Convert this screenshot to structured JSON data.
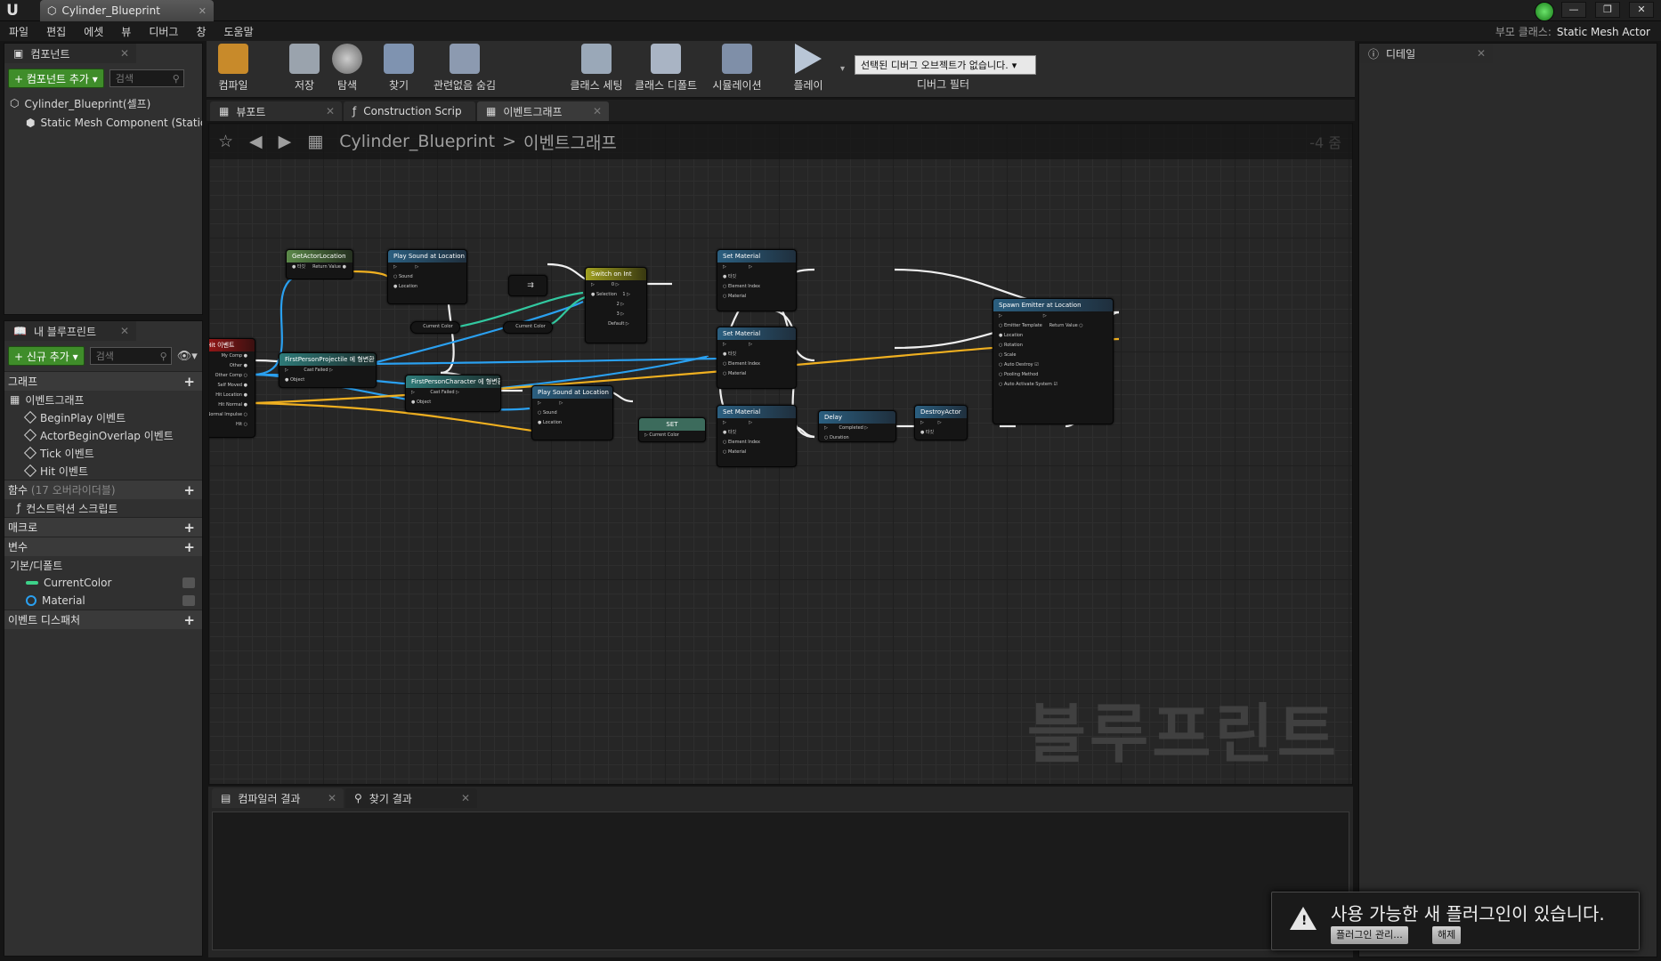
{
  "window": {
    "doc_tab_title": "Cylinder_Blueprint",
    "parent_class_label": "부모 클래스:",
    "parent_class_value": "Static Mesh Actor"
  },
  "menu": [
    "파일",
    "편집",
    "에셋",
    "뷰",
    "디버그",
    "창",
    "도움말"
  ],
  "components": {
    "tab_label": "컴포넌트",
    "add_button": "+ 컴포넌트 추가 ▾",
    "search_placeholder": "검색",
    "root_item": "Cylinder_Blueprint(셀프)",
    "child_item": "Static Mesh Component (StaticMe"
  },
  "my_blueprint": {
    "tab_label": "내 블루프린트",
    "add_button": "+ 신규 추가 ▾",
    "search_placeholder": "검색",
    "graphs_label": "그래프",
    "event_graph_label": "이벤트그래프",
    "events": [
      "BeginPlay 이벤트",
      "ActorBeginOverlap 이벤트",
      "Tick 이벤트",
      "Hit 이벤트"
    ],
    "functions_label": "함수",
    "functions_overridable": "(17 오버라이더블)",
    "construction_script": "컨스트럭션 스크립트",
    "macros_label": "매크로",
    "variables_label": "변수",
    "default_category": "기본/디폴트",
    "variables": [
      {
        "name": "CurrentColor",
        "color": "#3dd28a"
      },
      {
        "name": "Material",
        "color": "#2aa0f0"
      }
    ],
    "event_dispatchers_label": "이벤트 디스패처"
  },
  "toolbar": {
    "buttons": [
      "컴파일",
      "저장",
      "탐색",
      "찾기",
      "관련없음 숨김",
      "클래스 세팅",
      "클래스 디폴트",
      "시뮬레이션",
      "플레이"
    ],
    "debug_select": "선택된 디버그 오브젝트가 없습니다.",
    "debug_filter_label": "디버그 필터"
  },
  "graph_tabs": [
    "뷰포트",
    "Construction Scrip",
    "이벤트그래프"
  ],
  "graph": {
    "breadcrumb_root": "Cylinder_Blueprint",
    "breadcrumb_sep": ">",
    "breadcrumb_current": "이벤트그래프",
    "zoom": "-4 줌",
    "watermark": "블루프린트",
    "nodes": {
      "hit_event": "Hit 이벤트",
      "get_actor_location": "GetActorLocation",
      "play_sound_1": "Play Sound at Location",
      "switch_on_int": "Switch on Int",
      "set_material_1": "Set Material",
      "set_material_2": "Set Material",
      "set_material_3": "Set Material",
      "spawn_emitter": "Spawn Emitter at Location",
      "cast_projectile": "FirstPersonProjectile 에 형변환",
      "cast_character": "FirstPersonCharacter 에 형변환",
      "play_sound_2": "Play Sound at Location",
      "set_node": "SET",
      "delay": "Delay",
      "destroy_actor": "DestroyActor",
      "current_color_1": "Current Color",
      "current_color_2": "Current Color"
    }
  },
  "bottom_tabs": [
    "컴파일러 결과",
    "찾기 결과"
  ],
  "details": {
    "tab_label": "디테일"
  },
  "plugin_notice": {
    "text": "사용 가능한 새 플러그인이 있습니다.",
    "manage_button": "플러그인 관리...",
    "dismiss_button": "해제"
  }
}
